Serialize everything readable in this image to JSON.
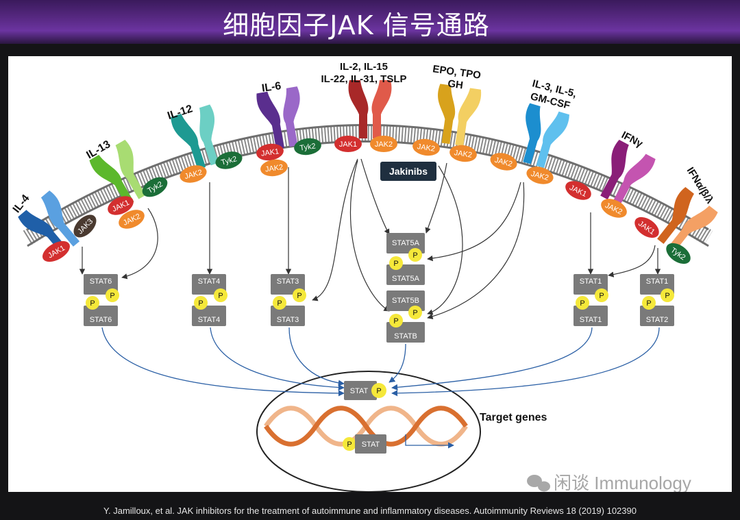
{
  "title": "细胞因子JAK 信号通路",
  "citation": "Y. Jamilloux, et al. JAK inhibitors for the treatment of autoimmune and inflammatory diseases. Autoimmunity Reviews 18 (2019) 102390",
  "watermark": "闲谈 Immunology",
  "colors": {
    "background": "#141416",
    "header": "#5a2a86",
    "jak1": "#d32f2f",
    "jak2": "#f08a2c",
    "jak3": "#4a3a30",
    "tyk2": "#1b6e38",
    "stat_box": "#7a7a7a",
    "phospho": "#f5e83a",
    "arrow": "#333333",
    "blue_arrow": "#2a5fa5",
    "dna_strand_1": "#d97030",
    "dna_strand_2": "#f0b58a",
    "jakinibs_box": "#1f2f3f"
  },
  "receptor_labels": {
    "il4": "IL-4",
    "il13": "IL-13",
    "il12": "IL-12",
    "il6": "IL-6",
    "il2_line1": "IL-2, IL-15",
    "il2_line2": "IL-22, IL-31, TSLP",
    "epo_line1": "EPO, TPO",
    "epo_line2": "GH",
    "il3_line1": "IL-3, IL-5,",
    "il3_line2": "GM-CSF",
    "ifng": "IFNγ",
    "ifnab": "IFNα/β/λ"
  },
  "kinases": {
    "il4_a": "JAK1",
    "il4_b": "JAK3",
    "il13_a": "Tyk2",
    "il13_b": "JAK1",
    "il13_c": "JAK2",
    "il12_a": "JAK2",
    "il12_b": "Tyk2",
    "il6_a": "JAK1",
    "il6_b": "Tyk2",
    "il6_c": "JAK2",
    "il2_a": "JAK1",
    "il2_b": "JAK2",
    "epo_a": "JAK2",
    "epo_b": "JAK2",
    "il3_a": "JAK2",
    "il3_b": "JAK2",
    "ifng_a": "JAK1",
    "ifng_b": "JAK2",
    "ifnab_a": "JAK1",
    "ifnab_b": "Tyk2"
  },
  "jakinibs_label": "Jakinibs",
  "stats": {
    "stat6_top": "STAT6",
    "stat6_bottom": "STAT6",
    "stat4_top": "STAT4",
    "stat4_bottom": "STAT4",
    "stat3_top": "STAT3",
    "stat3_bottom": "STAT3",
    "stat5a_top": "STAT5A",
    "stat5a_bottom": "STAT5A",
    "stat5b_top": "STAT5B",
    "stat5b_bottom": "STATB",
    "stat1_top": "STAT1",
    "stat1_bottom": "STAT1",
    "stat12_top": "STAT1",
    "stat12_bottom": "STAT2",
    "nuclear": "STAT",
    "dna_bound": "STAT"
  },
  "phospho_label": "P",
  "target_genes_label": "Target genes"
}
